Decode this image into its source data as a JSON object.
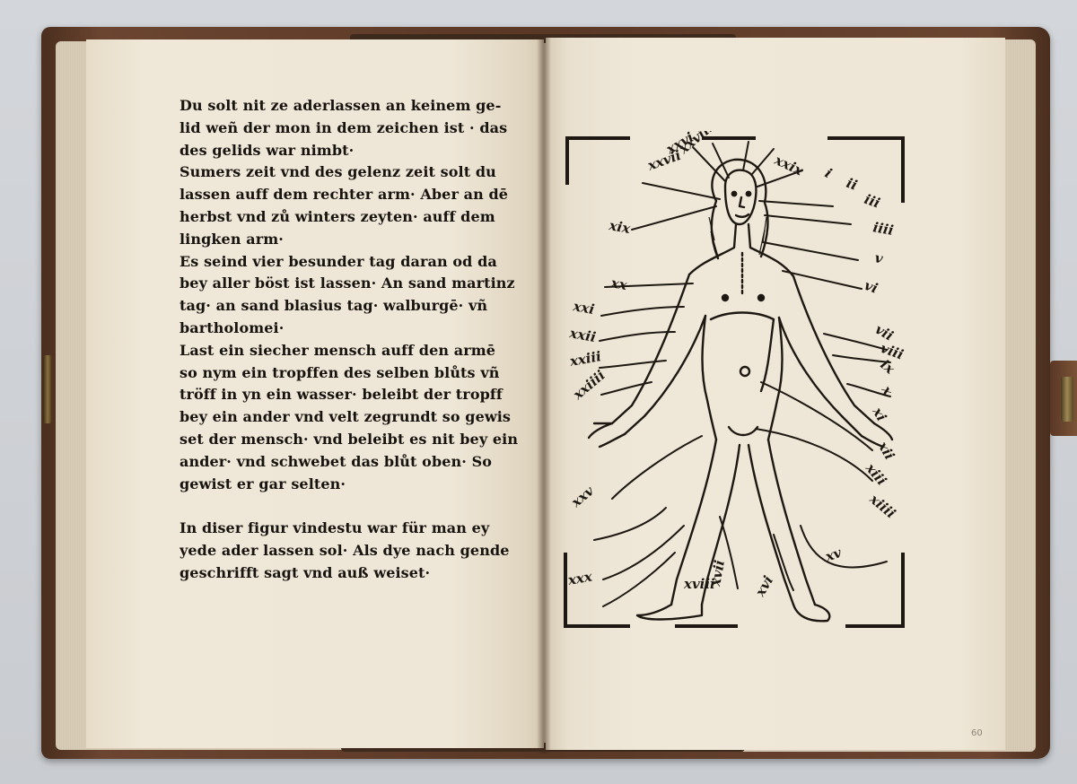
{
  "left_page": {
    "lines": [
      "Du solt nit ze aderlassen an keinem ge-",
      "lid weñ der mon in dem zeichen ist · das",
      "des gelids war nimbt·",
      "Sumers zeit vnd des gelenz zeit solt du",
      "lassen auff dem rechter arm· Aber an dē",
      "herbst vnd zů winters zeyten· auff dem",
      "lingken arm·",
      "Es seind vier besunder tag daran od da",
      "bey aller böst ist lassen· An sand martinz",
      "tag· an sand blasius tag· walburgē· vñ",
      "bartholomei·",
      "Last ein siecher mensch auff den armē",
      "so nym ein tropffen des selben blůts vñ",
      "tröff in yn ein wasser· beleibt der tropff",
      "bey ein ander vnd velt zegrundt so gewis",
      "set der mensch· vnd beleibt es nit bey ein",
      "ander· vnd schwebet das blůt oben· So",
      "gewist er gar selten·",
      "",
      "In diser figur vindestu war für man ey",
      "yede ader lassen sol· Als dye nach gende",
      "geschrifft sagt vnd auß weiset·"
    ]
  },
  "right_page": {
    "folio": "60",
    "figure": {
      "labels": [
        "xxvi",
        "xxvii",
        "xxviii",
        "xxix",
        "i",
        "ii",
        "iii",
        "iiii",
        "v",
        "vi",
        "vii",
        "viii",
        "ix",
        "x",
        "xi",
        "xii",
        "xiii",
        "xiiii",
        "xv",
        "xvi",
        "xvii",
        "xviii",
        "xix",
        "xx",
        "xxi",
        "xxii",
        "xxiii",
        "xxiiii",
        "xxv",
        "xxx"
      ]
    }
  }
}
